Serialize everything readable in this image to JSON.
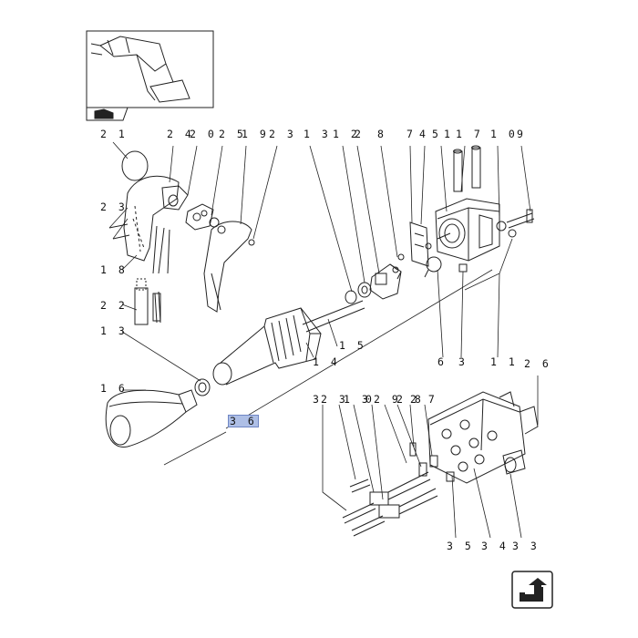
{
  "callouts": {
    "c21": "2 1",
    "c24": "2 4",
    "c20": "2 0",
    "c25": "2 5",
    "c19": "1 9",
    "c23a": "2 3",
    "c13a": "1 3",
    "c12": "1 2",
    "c2": "2",
    "c8": "8",
    "c7": "7",
    "c4": "4",
    "c5": "5",
    "c1": "1",
    "c17": "1 7",
    "c10": "1 0",
    "c9": "9",
    "c23b": "2 3",
    "c18": "1 8",
    "c22": "2 2",
    "c13b": "1 3",
    "c15": "1 5",
    "c14": "1 4",
    "c6": "6",
    "c3a": "3",
    "c11": "1 1",
    "c26": "2 6",
    "c16": "1 6",
    "c36": "3 6",
    "c3b": "3",
    "c23c": "2 3",
    "c13c": "1 3",
    "c0": "0",
    "c29": "2 9",
    "c28": "2 8",
    "c27": "2 7",
    "c35": "3 5",
    "c34": "3 4",
    "c33": "3 3"
  },
  "colors": {
    "highlight": "#aebfe6",
    "line": "#222222"
  },
  "icons": {
    "thumbnail": "loader-thumbnail",
    "catalog": "catalog-book-icon",
    "nav": "return-arrow-icon"
  }
}
